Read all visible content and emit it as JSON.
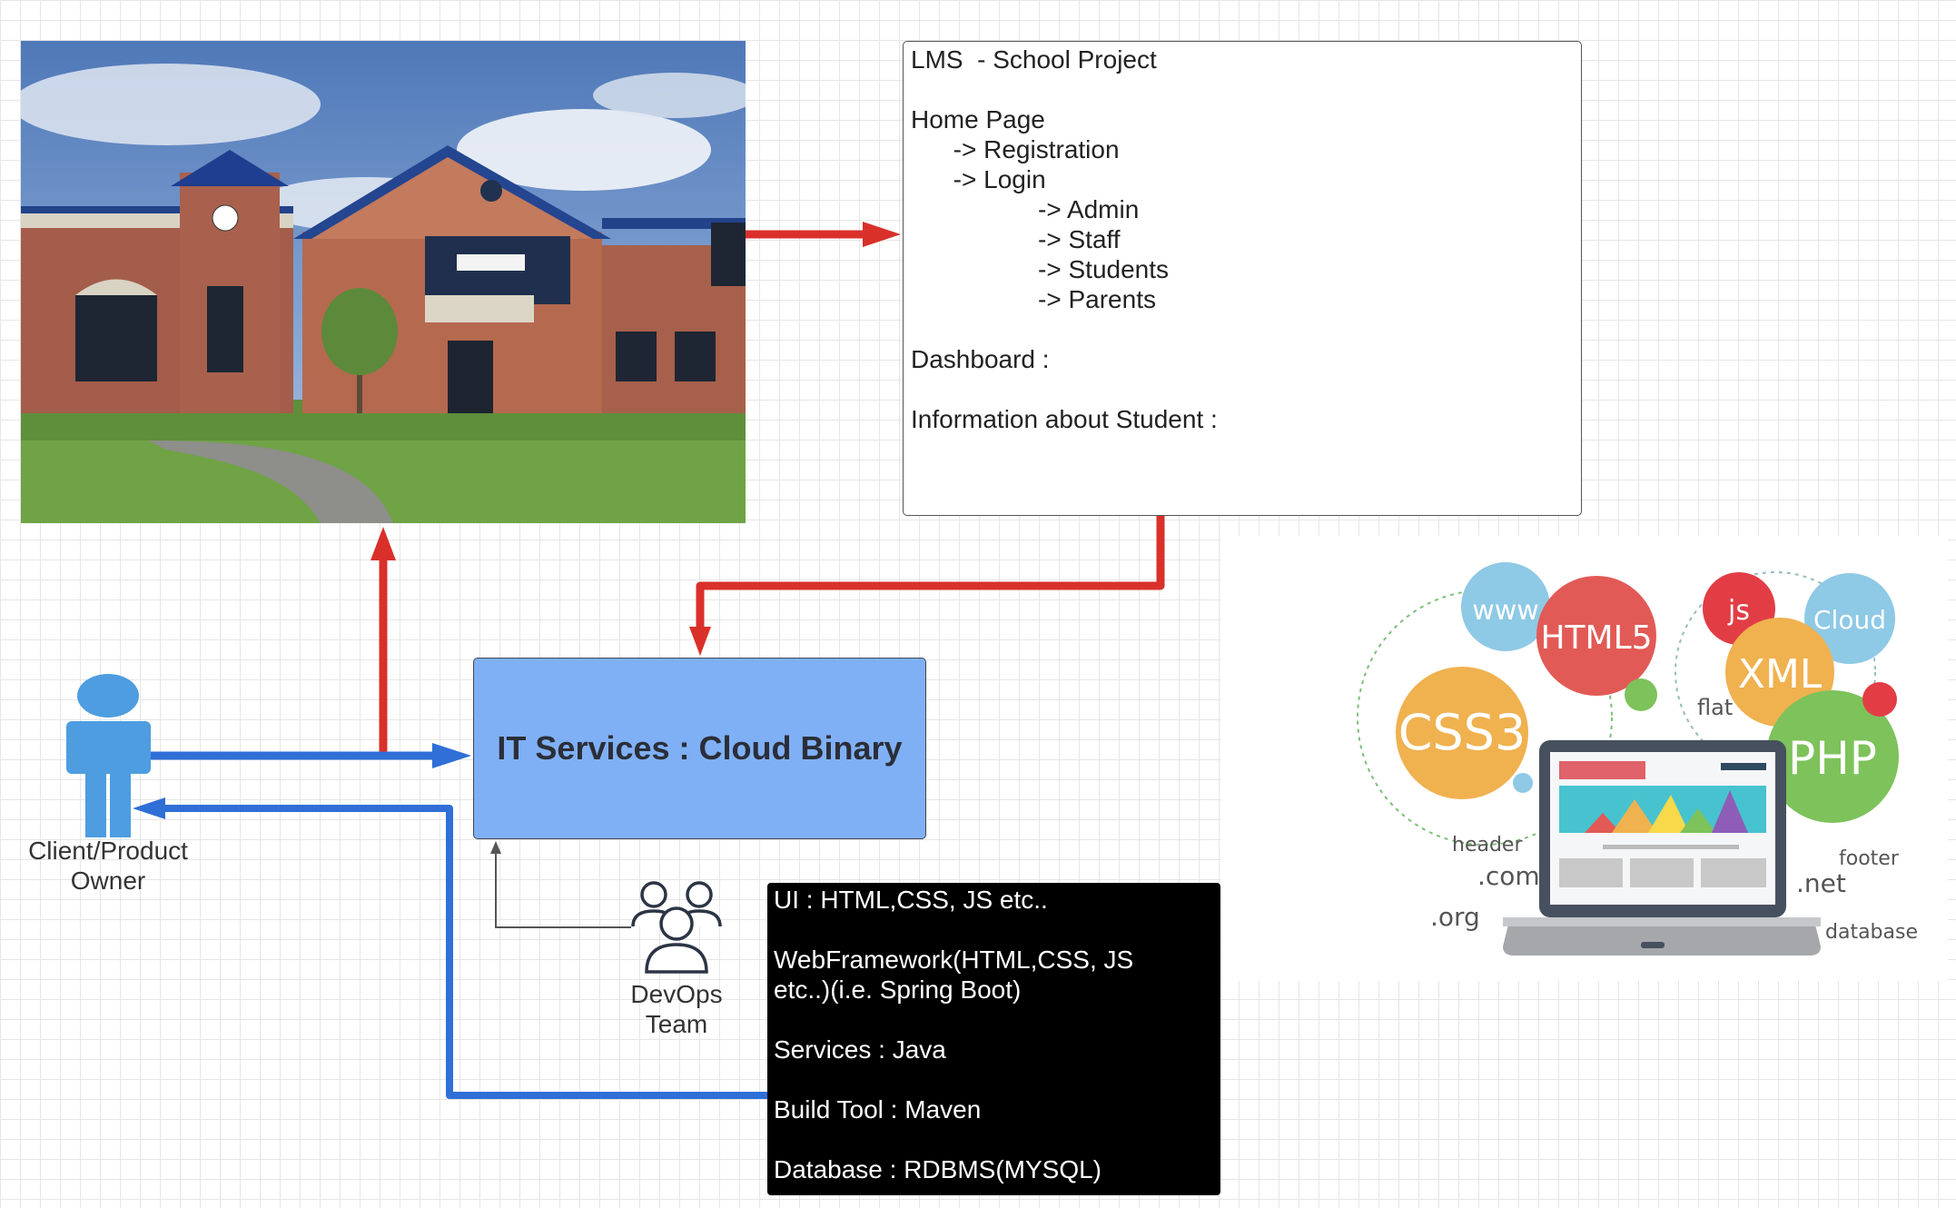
{
  "lms_box": {
    "lines": [
      "LMS  - School Project",
      "",
      "Home Page",
      "      -> Registration",
      "      -> Login",
      "                  -> Admin",
      "                  -> Staff",
      "                  -> Students",
      "                  -> Parents",
      "",
      "Dashboard :",
      "",
      "Information about Student :"
    ]
  },
  "it_services": {
    "label": "IT Services : Cloud Binary"
  },
  "tech_stack": {
    "lines": [
      "UI : HTML,CSS, JS etc..",
      "",
      "WebFramework(HTML,CSS, JS",
      "etc..)(i.e. Spring Boot)",
      "",
      "Services : Java",
      "",
      "Build Tool : Maven",
      "",
      "Database : RDBMS(MYSQL)"
    ]
  },
  "client": {
    "label_line1": "Client/Product",
    "label_line2": "Owner"
  },
  "devops": {
    "label_line1": "DevOps",
    "label_line2": "Team"
  },
  "tech_illustration": {
    "bubbles": {
      "www": "www",
      "html5": "HTML5",
      "js": "js",
      "cloud": "Cloud",
      "css3": "CSS3",
      "xml": "XML",
      "php": "PHP"
    },
    "tags": {
      "flat": "flat",
      "header": "header",
      "footer": "footer",
      "com": ".com",
      "net": ".net",
      "org": ".org",
      "database": "database"
    }
  },
  "colors": {
    "red_connector": "#d9302a",
    "blue_connector": "#2f6fd6",
    "person_icon": "#4d9de0",
    "it_box_fill": "#7fb0f5"
  }
}
